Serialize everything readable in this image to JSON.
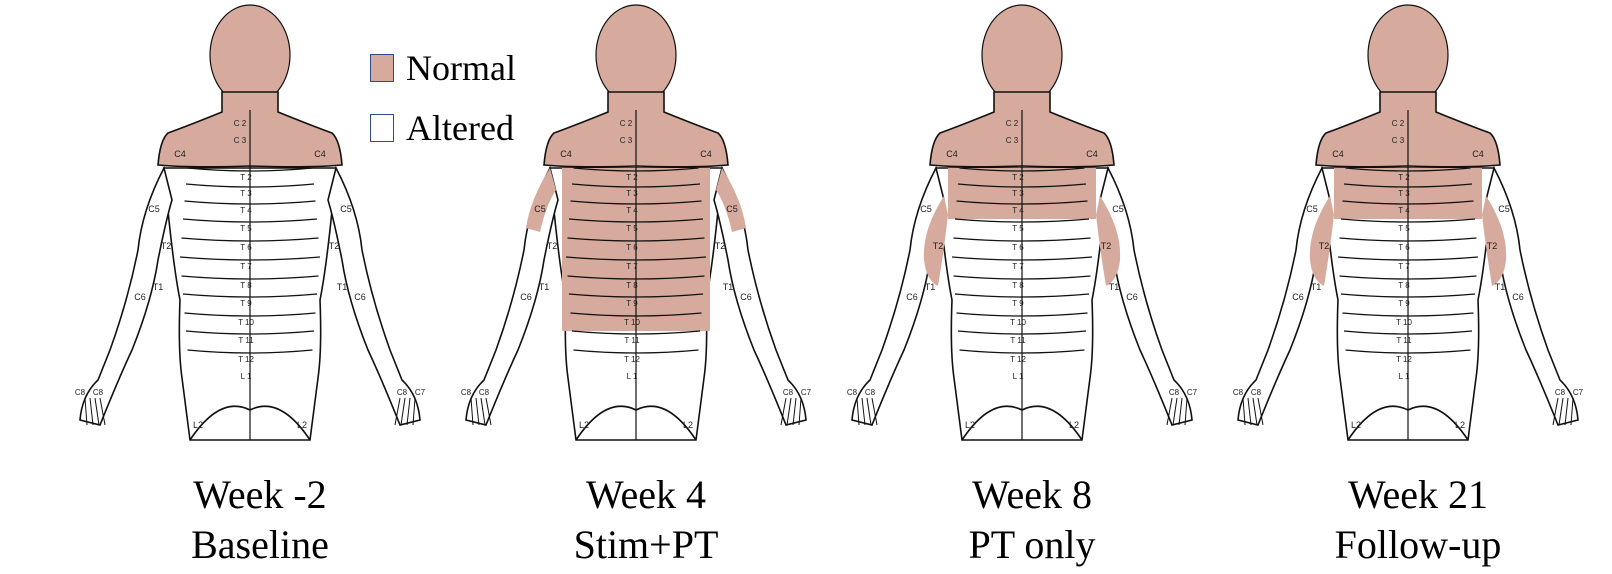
{
  "colors": {
    "normal": "#d6aa9c",
    "altered": "#ffffff",
    "outline": "#111111",
    "legend_border": "#2f4a8a"
  },
  "legend": [
    {
      "label": "Normal",
      "color": "#d6aa9c"
    },
    {
      "label": "Altered",
      "color": "#ffffff"
    }
  ],
  "segment_labels": {
    "cervical_mid": [
      "C 2",
      "C 3"
    ],
    "shoulder": "C4",
    "arm_upper": "C5",
    "arm_lower": "C6",
    "arm_inner_upper": "T2",
    "arm_inner_lower": "T1",
    "hand_a": "C8",
    "hand_b": "C7",
    "thoracic": [
      "T 2",
      "T 3",
      "T 4",
      "T 5",
      "T 6",
      "T 7",
      "T 8",
      "T 9",
      "T 10",
      "T 11",
      "T 12"
    ],
    "lumbar_mid": "L 1",
    "leg": "L2"
  },
  "panels": [
    {
      "week": "Week -2",
      "phase": "Baseline",
      "normal_rows": 0,
      "normal_arms": false
    },
    {
      "week": "Week 4",
      "phase": "Stim+PT",
      "normal_rows": 9,
      "normal_arms": true
    },
    {
      "week": "Week 8",
      "phase": "PT only",
      "normal_rows": 3,
      "normal_arms": true
    },
    {
      "week": "Week 21",
      "phase": "Follow-up",
      "normal_rows": 3,
      "normal_arms": true
    }
  ]
}
